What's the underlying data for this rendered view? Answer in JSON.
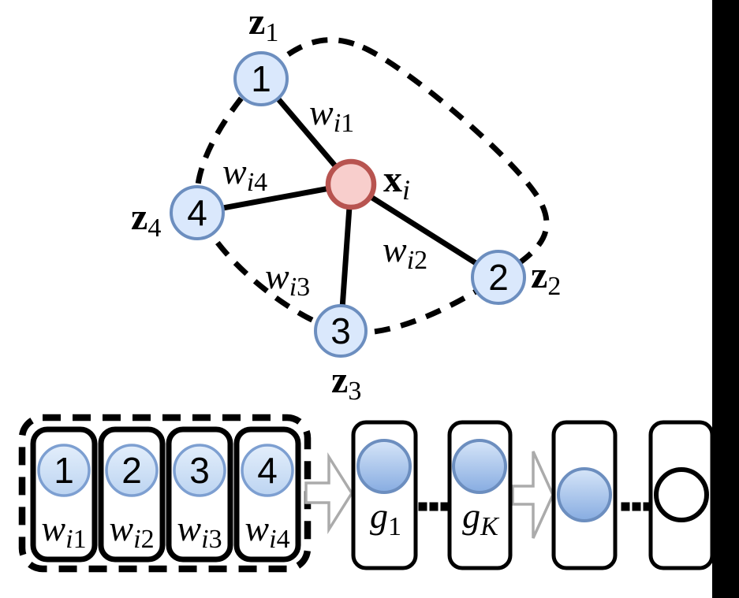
{
  "colors": {
    "node_blue_fill": "#dae8fc",
    "node_blue_stroke": "#6c8ebf",
    "gradient_circle_top": "#d6e5f8",
    "gradient_circle_bottom": "#87ace1",
    "center_red_fill": "#f8cecc",
    "center_red_stroke": "#b85450",
    "arrow_gray": "#ababab",
    "line_black": "#000000",
    "crop_bar_color": "#000000"
  },
  "graph": {
    "center": {
      "main": "x",
      "sub": "i"
    },
    "nodes": [
      {
        "number": "1",
        "z": "z",
        "z_sub": "1",
        "w": "w",
        "w_sub_i": "i",
        "w_sub_num": "1"
      },
      {
        "number": "2",
        "z": "z",
        "z_sub": "2",
        "w": "w",
        "w_sub_i": "i",
        "w_sub_num": "2"
      },
      {
        "number": "3",
        "z": "z",
        "z_sub": "3",
        "w": "w",
        "w_sub_i": "i",
        "w_sub_num": "3"
      },
      {
        "number": "4",
        "z": "z",
        "z_sub": "4",
        "w": "w",
        "w_sub_i": "i",
        "w_sub_num": "4"
      }
    ]
  },
  "pipeline": {
    "weight_cells": [
      {
        "number": "1",
        "w": "w",
        "w_sub_i": "i",
        "w_sub_num": "1"
      },
      {
        "number": "2",
        "w": "w",
        "w_sub_i": "i",
        "w_sub_num": "2"
      },
      {
        "number": "3",
        "w": "w",
        "w_sub_i": "i",
        "w_sub_num": "3"
      },
      {
        "number": "4",
        "w": "w",
        "w_sub_i": "i",
        "w_sub_num": "4"
      }
    ],
    "g_cells": [
      {
        "main": "g",
        "sub": "1"
      },
      {
        "main": "g",
        "sub": "K"
      }
    ],
    "ellipsis_1": "...",
    "ellipsis_2": "..."
  }
}
